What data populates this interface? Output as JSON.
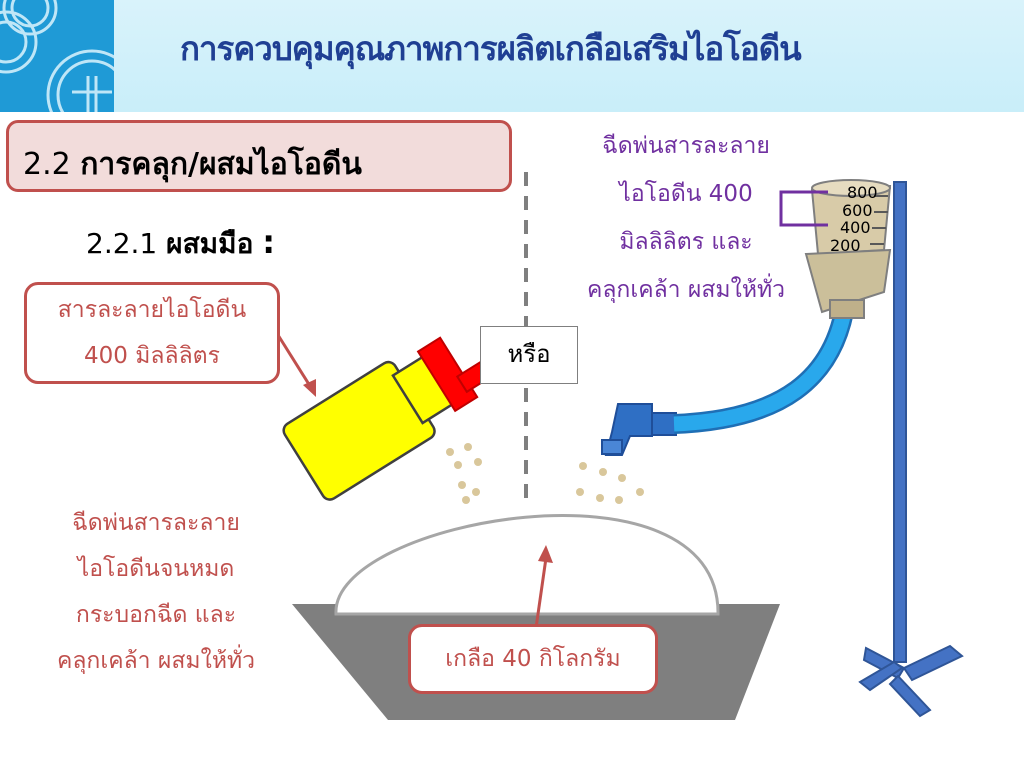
{
  "title": "การควบคุมคุณภาพการผลิตเกลือเสริมไอโอดีน",
  "section": {
    "number": "2.2",
    "label": "การคลุก/ผสมไอโอดีน"
  },
  "subsection": {
    "number": "2.2.1",
    "label": "ผสมมือ",
    "colon": ":"
  },
  "labels": {
    "bottle_line1": "สารละลายไอโอดีน",
    "bottle_line2": "400 มิลลิลิตร",
    "or": "หรือ",
    "salt": "เกลือ 40 กิโลกรัม"
  },
  "left_instructions": [
    "ฉีดพ่นสารละลาย",
    "ไอโอดีนจนหมด",
    "กระบอกฉีด และ",
    "คลุกเคล้า ผสมให้ทั่ว"
  ],
  "right_instructions": [
    "ฉีดพ่นสารละลาย",
    "ไอโอดีน 400",
    "มิลลิลิตร และ",
    "คลุกเคล้า ผสมให้ทั่ว"
  ],
  "tank_scale": [
    "800",
    "600",
    "400",
    "200"
  ],
  "colors": {
    "accent_red": "#c0504d",
    "title_blue": "#1f3f93",
    "purple": "#7030a0",
    "bottle_yellow": "#ffff00",
    "hose_blue": "#1fa3e8",
    "tray_gray": "#7f7f7f"
  }
}
